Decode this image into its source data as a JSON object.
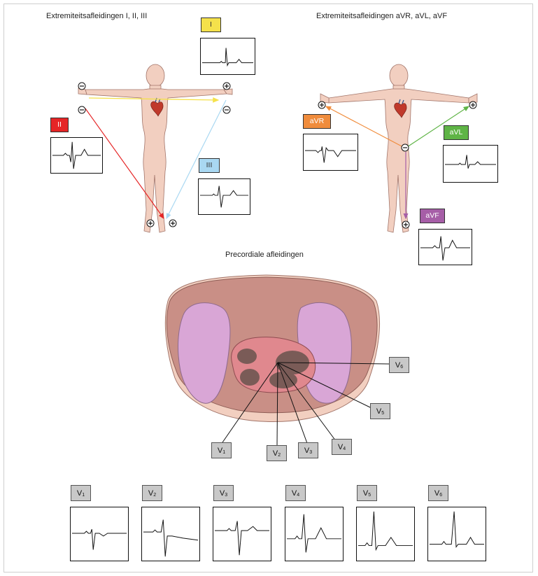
{
  "titles": {
    "limb_leads": "Extremiteitsafleidingen I, II, III",
    "augmented_leads": "Extremiteitsafleidingen aVR, aVL, aVF",
    "precordial": "Precordiale afleidingen"
  },
  "limb_leads": [
    {
      "label": "I",
      "color": "#f5e14b",
      "text_color": "#333333"
    },
    {
      "label": "II",
      "color": "#e52526",
      "text_color": "#ffffff"
    },
    {
      "label": "III",
      "color": "#a9d8f2",
      "text_color": "#333333"
    }
  ],
  "augmented_leads": [
    {
      "label": "aVR",
      "color": "#f08c3c",
      "text_color": "#ffffff"
    },
    {
      "label": "aVL",
      "color": "#5fb446",
      "text_color": "#ffffff"
    },
    {
      "label": "aVF",
      "color": "#a65ea7",
      "text_color": "#ffffff"
    }
  ],
  "precordial_leads": [
    {
      "letter": "V",
      "sub": "1"
    },
    {
      "letter": "V",
      "sub": "2"
    },
    {
      "letter": "V",
      "sub": "3"
    },
    {
      "letter": "V",
      "sub": "4"
    },
    {
      "letter": "V",
      "sub": "5"
    },
    {
      "letter": "V",
      "sub": "6"
    }
  ],
  "symbols": {
    "positive": "+",
    "negative": "−"
  },
  "colors": {
    "skin": "#f2cfc0",
    "skin_outline": "#a2756a",
    "torso_section": "#c98f86",
    "lung": "#d9a6d6",
    "heart": "#d7737b"
  }
}
